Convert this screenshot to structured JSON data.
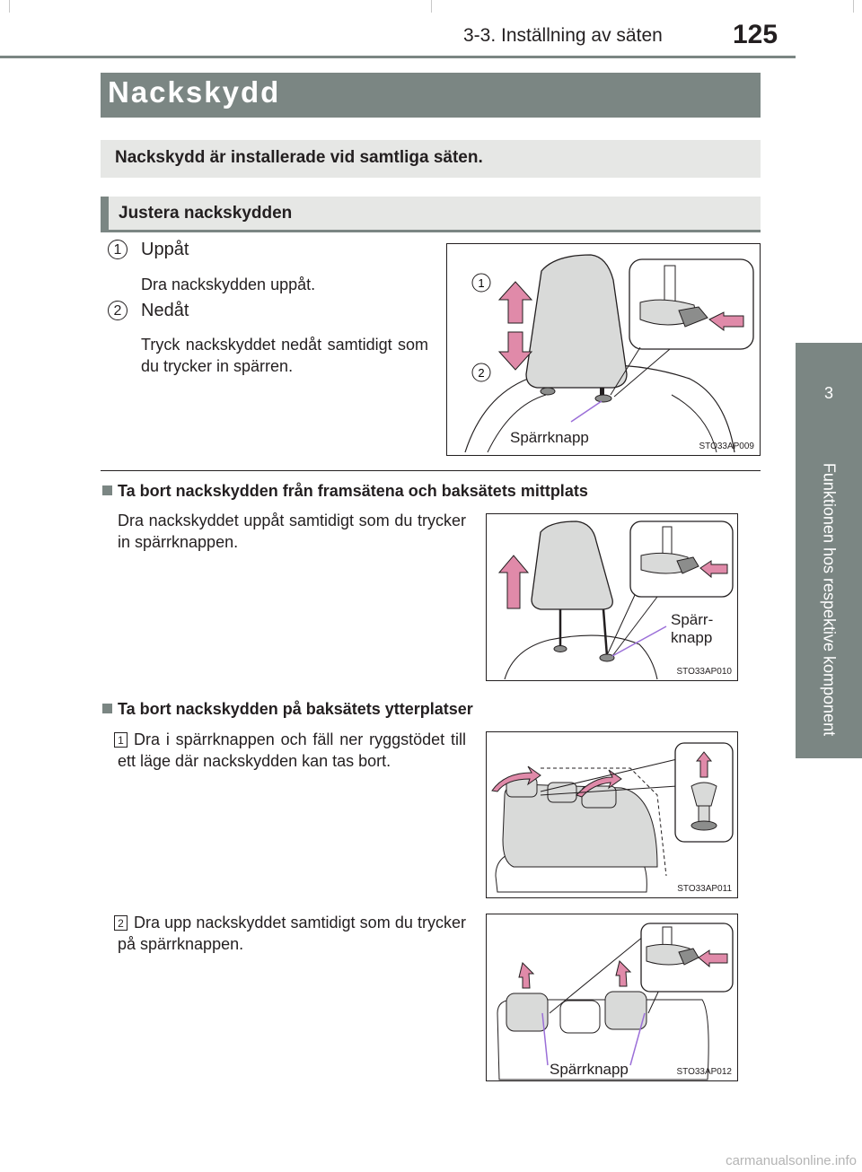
{
  "header": {
    "section": "3-3. Inställning av säten",
    "page_number": "125"
  },
  "side_tab": {
    "chapter": "3",
    "label": "Funktionen hos respektive komponent"
  },
  "title": "Nackskydd",
  "intro": "Nackskydd är installerade vid samtliga säten.",
  "adjust": {
    "heading": "Justera nackskydden",
    "steps": [
      {
        "num": "1",
        "title": "Uppåt",
        "desc": "Dra nackskydden uppåt."
      },
      {
        "num": "2",
        "title": "Nedåt",
        "desc": "Tryck nackskyddet nedåt samtidigt som du trycker in spärren."
      }
    ],
    "figure": {
      "code": "STO33AP009",
      "label": "Spärrknapp",
      "num1": "1",
      "num2": "2"
    }
  },
  "remove_front": {
    "heading": "Ta bort nackskydden från framsätena och baksätets mittplats",
    "desc": "Dra nackskyddet uppåt samtidigt som du trycker in spärrknappen.",
    "figure": {
      "code": "STO33AP010",
      "label_line1": "Spärr-",
      "label_line2": "knapp"
    }
  },
  "remove_rear": {
    "heading": "Ta bort nackskydden på baksätets ytterplatser",
    "steps": [
      {
        "num": "1",
        "desc": "Dra i spärrknappen och fäll ner ryggstödet till ett läge där nackskydden kan tas bort."
      },
      {
        "num": "2",
        "desc": "Dra upp nackskyddet samtidigt som du trycker på spärrknappen."
      }
    ],
    "figure1": {
      "code": "STO33AP011"
    },
    "figure2": {
      "code": "STO33AP012",
      "label": "Spärrknapp"
    }
  },
  "watermark": "carmanualsonline.info",
  "colors": {
    "accent": "#7b8683",
    "light": "#e6e7e5",
    "arrow_pink": "#e08aa9",
    "pointer_purple": "#9b6fd8"
  }
}
